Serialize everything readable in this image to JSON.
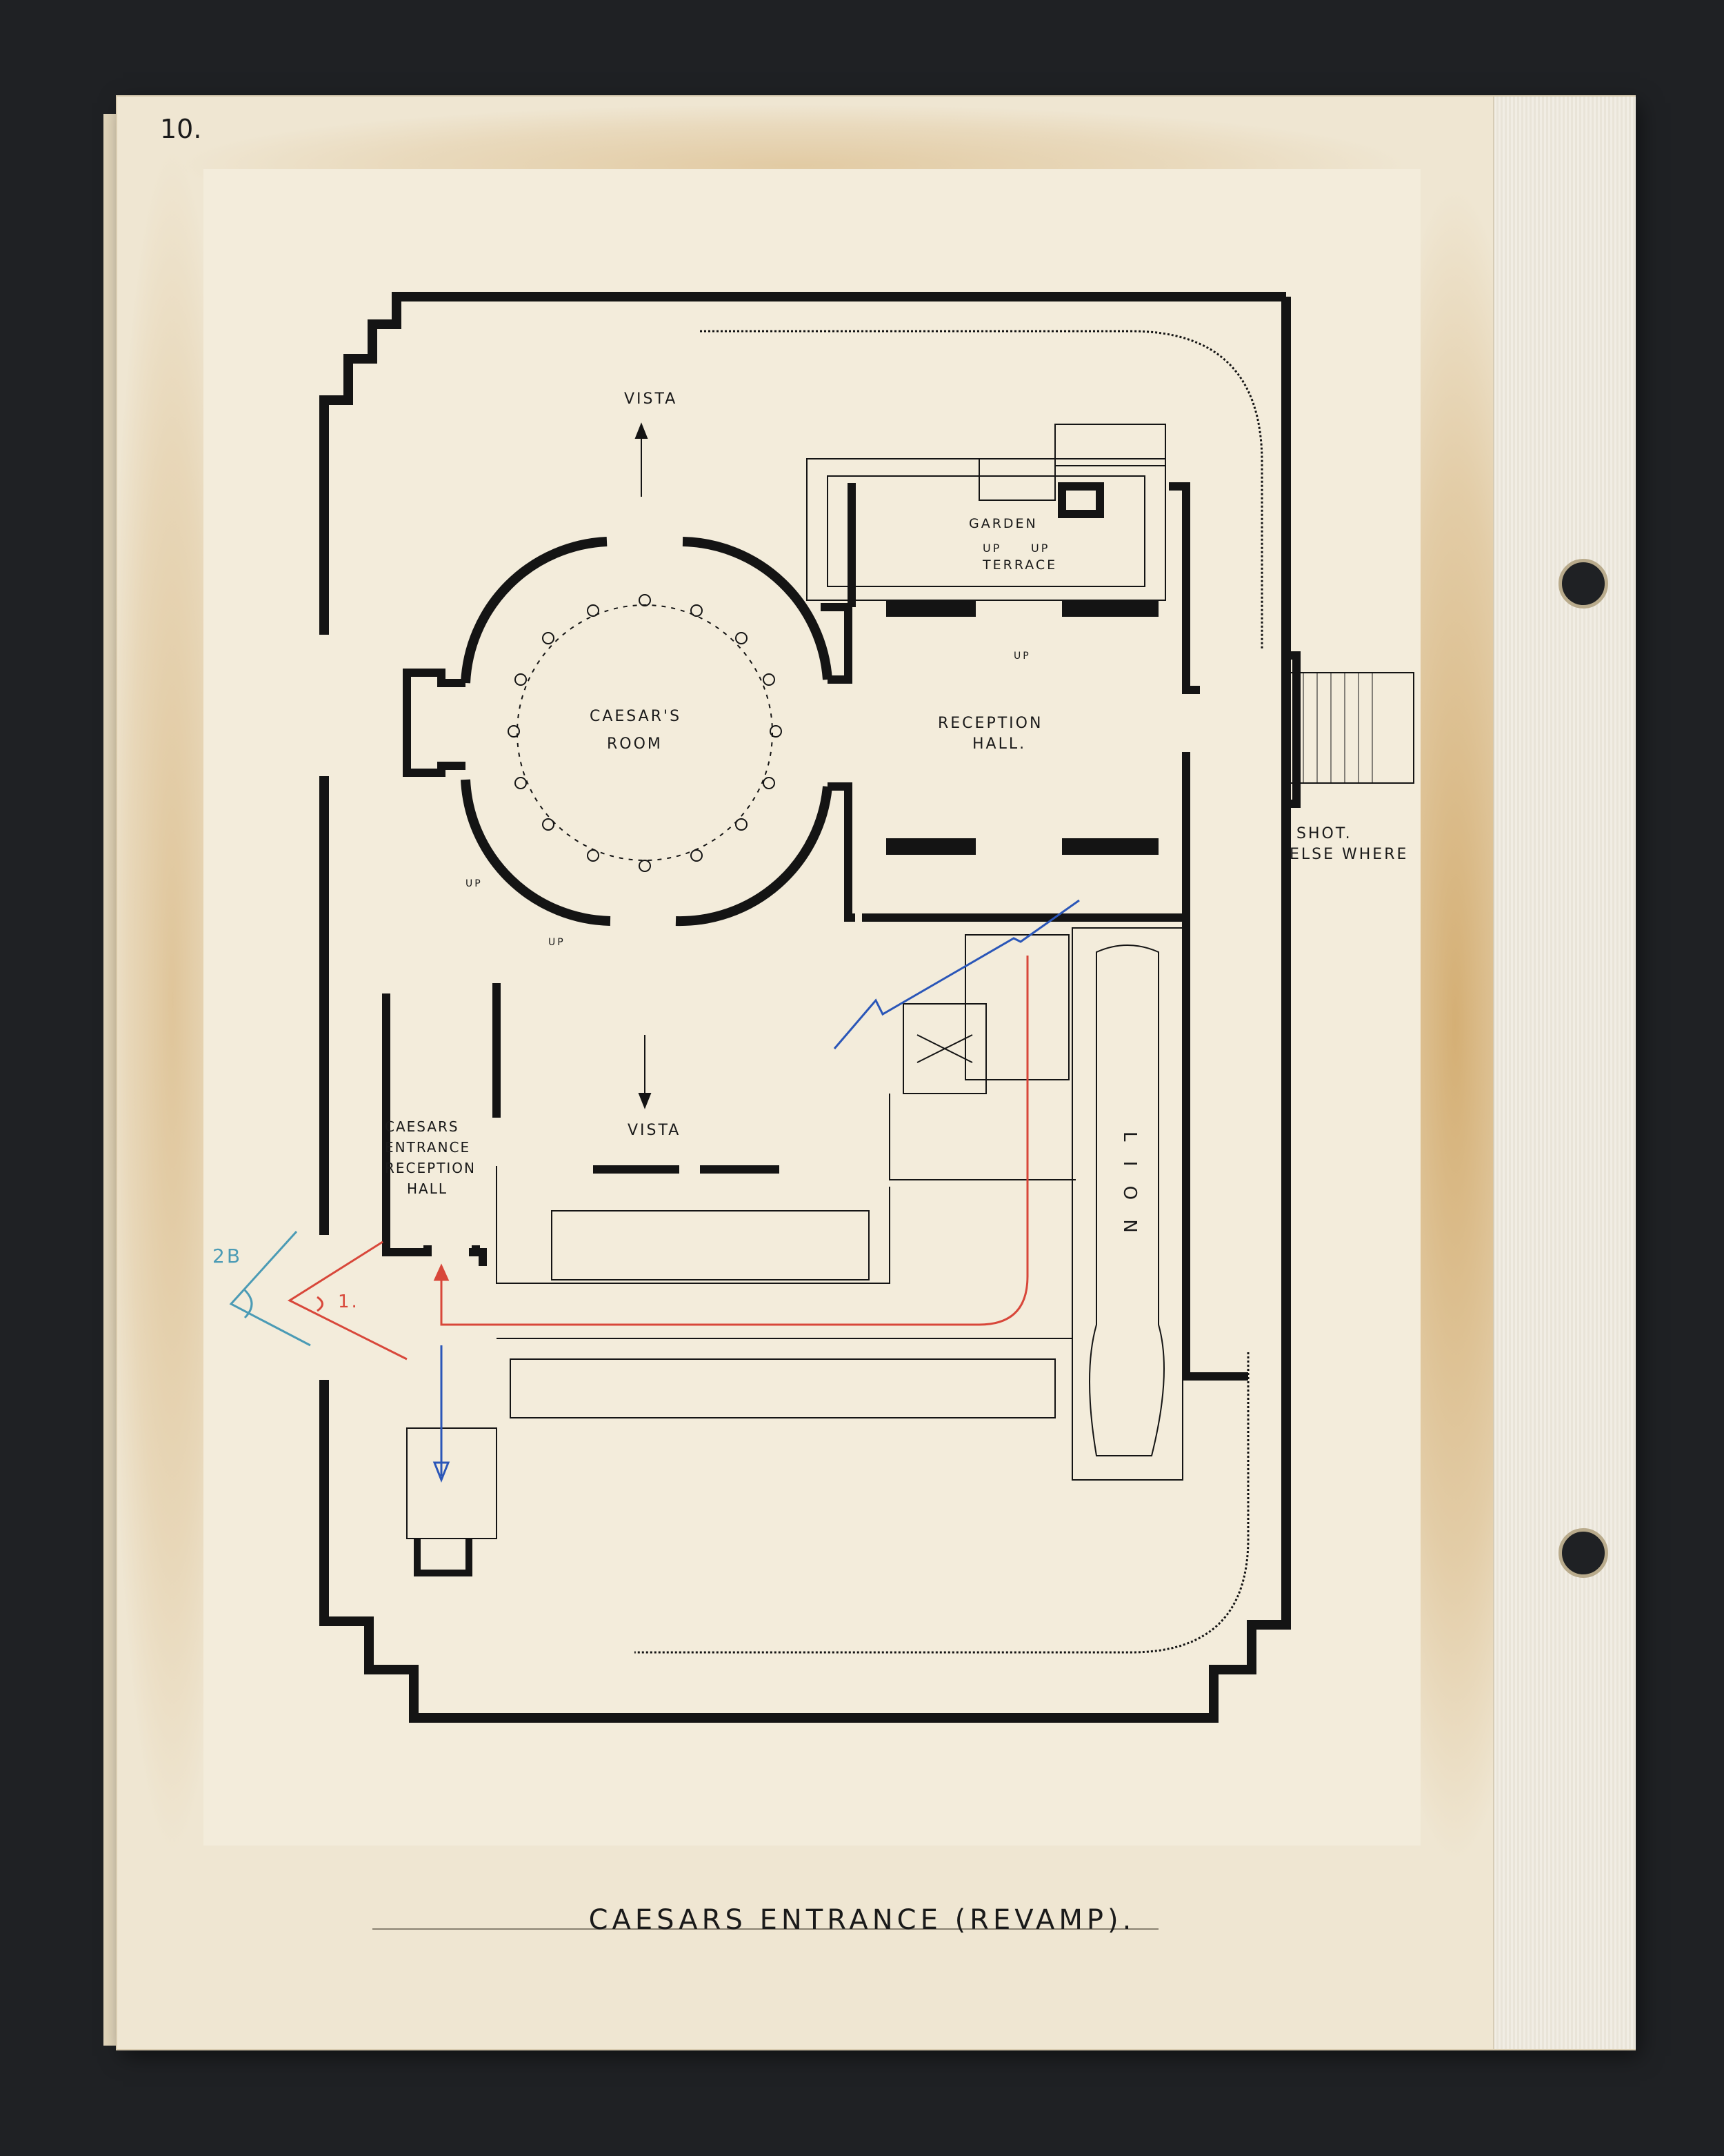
{
  "page": {
    "number": "10.",
    "caption": "CAESARS ENTRANCE (REVAMP)."
  },
  "plan": {
    "labels": {
      "vista_top": "VISTA",
      "vista_bottom": "VISTA",
      "caesars_room_1": "CAESAR'S",
      "caesars_room_2": "ROOM",
      "garden": "GARDEN",
      "up_left": "UP",
      "up_right": "UP",
      "terrace": "TERRACE",
      "up_small": "UP",
      "reception_1": "RECEPTION",
      "reception_2": "HALL.",
      "shot_1": "SHOT.",
      "shot_2": "ELSE WHERE",
      "up_stair_1": "UP",
      "up_stair_2": "UP",
      "entrance_1": "CAESARS",
      "entrance_2": "ENTRANCE",
      "entrance_3": "RECEPTION",
      "entrance_4": "HALL",
      "lion": "L I O N",
      "camera_1": "1.",
      "camera_2b": "2B"
    },
    "colors": {
      "ink": "#141414",
      "red_path": "#d8473a",
      "blue_path": "#2a56b8",
      "teal_camera": "#4b9bb5",
      "paper": "#f3ecdb"
    }
  }
}
